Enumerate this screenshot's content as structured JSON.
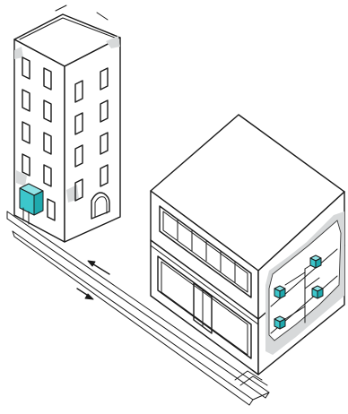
{
  "illustration": {
    "style": "line-art isometric",
    "elements": [
      "apartment-tower",
      "utility-box",
      "service-lines",
      "flow-arrow-toward-tower",
      "flow-arrow-toward-building",
      "commercial-building",
      "equipment-units"
    ],
    "accent_color": "#3cc6cb",
    "accent_light": "#8fe3e6",
    "accent_dark": "#1fa9ae",
    "line_color": "#1a1a1a",
    "patch_color": "#d7d9da"
  }
}
